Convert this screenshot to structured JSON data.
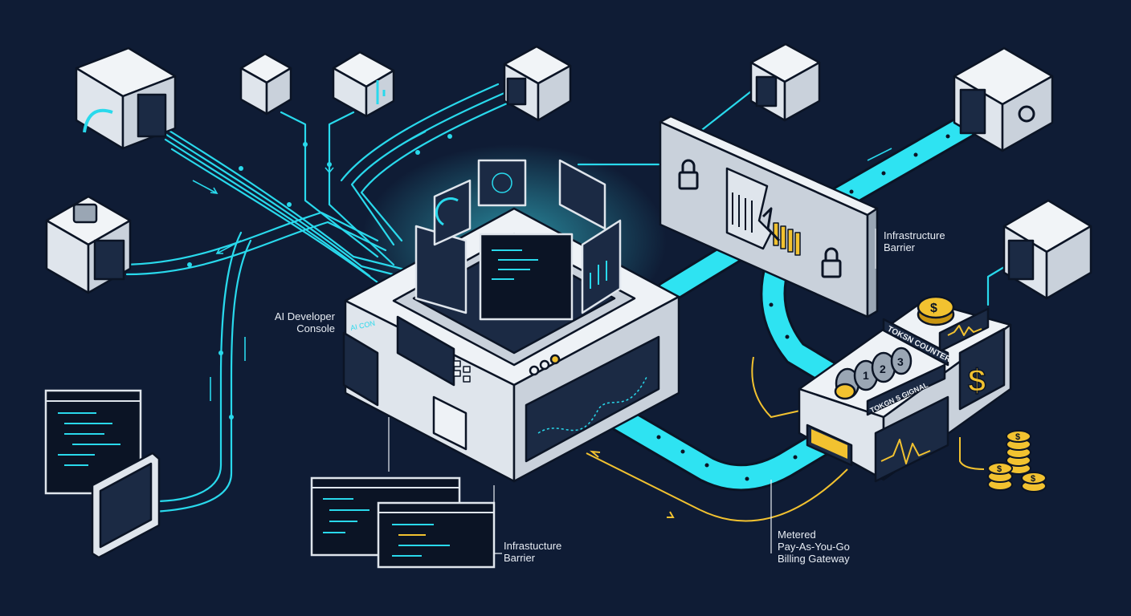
{
  "labels": {
    "console": [
      "AI Developer",
      "Console"
    ],
    "barrier_top": [
      "Infrastructure",
      "Barrier"
    ],
    "barrier_bottom": [
      "Infrastucture",
      "Barrier"
    ],
    "billing": [
      "Metered",
      "Pay-As-You-Go",
      "Billing Gateway"
    ]
  },
  "machine_text": {
    "token_counter": "TOKSN COUNTER",
    "token_signal": "TOKGN S GIGNAL",
    "counter_digits": [
      "1",
      "2",
      "3"
    ],
    "console_tag": "AI CON"
  },
  "icons": {
    "coin": "dollar-coin-icon",
    "dollar": "dollar-sign-icon",
    "lock": "padlock-icon",
    "cube": "server-cube-icon",
    "monitor": "code-window-icon"
  },
  "colors": {
    "background": "#0f1c35",
    "cyan": "#29d9ec",
    "gold": "#f2c230",
    "panel": "#dfe5ec",
    "outline": "#0b1425"
  }
}
